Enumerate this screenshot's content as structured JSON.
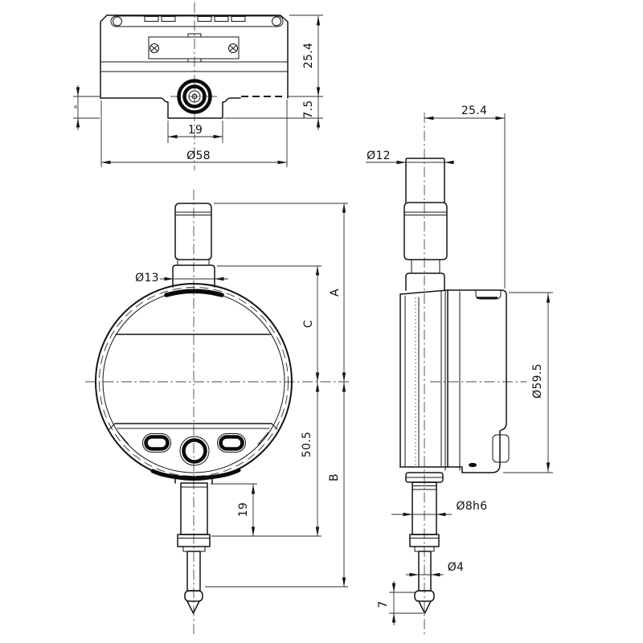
{
  "drawing": {
    "kind": "three-view technical drawing of a digital dial indicator",
    "units": "mm",
    "colors": {
      "background": "#ffffff",
      "object_line": "#141414",
      "thin_line": "#2c2c2c",
      "centerline": "#4a4a4a"
    }
  },
  "dims": {
    "top_height": "25.4",
    "top_lug_depth": "7.5",
    "top_lug_width": "19",
    "top_body_dia": "Ø58",
    "front_stem_dia": "Ø13",
    "front_a": "A",
    "front_c": "C",
    "front_center_to_stem": "50.5",
    "front_b": "B",
    "front_stem_len": "19",
    "side_depth": "25.4",
    "side_top_stem_dia": "Ø12",
    "side_housing_dia": "Ø59.5",
    "side_stem_dia": "Ø8h6",
    "side_spindle_dia": "Ø4",
    "side_tip_len": "7"
  }
}
